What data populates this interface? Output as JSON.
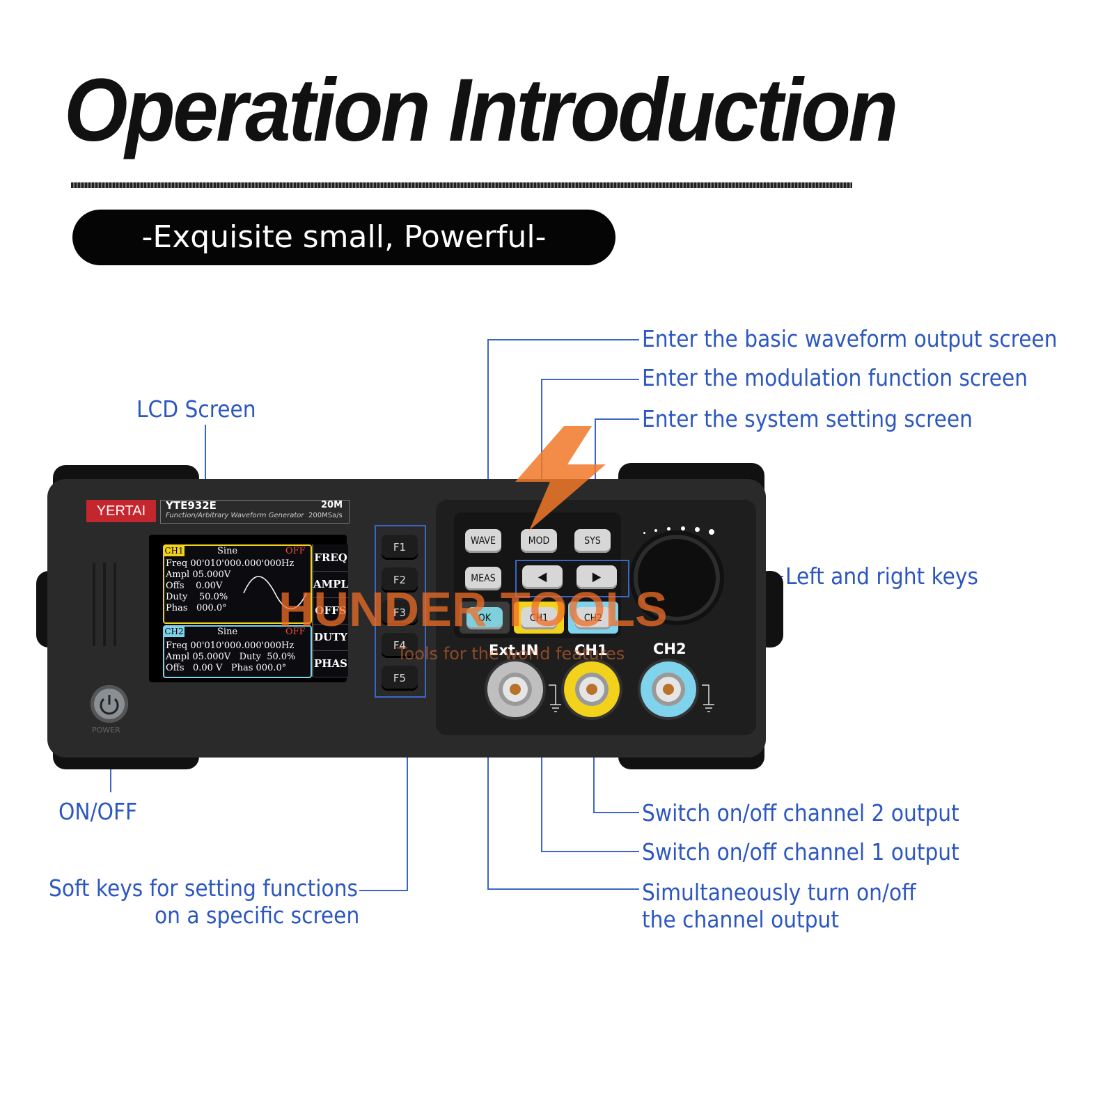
{
  "header": {
    "title": "Operation Introduction",
    "subtitle": "-Exquisite small, Powerful-"
  },
  "callouts": {
    "lcd": "LCD Screen",
    "onoff": "ON/OFF",
    "softkeys_line1": "Soft keys for setting functions",
    "softkeys_line2": "on a specific screen",
    "wave": "Enter the basic waveform output screen",
    "mod": "Enter the modulation function screen",
    "sys": "Enter the system setting screen",
    "leftright": "Left and right keys",
    "ch2": "Switch on/off channel 2 output",
    "ch1": "Switch on/off channel 1 output",
    "ok_line1": "Simultaneously turn on/off",
    "ok_line2": "the channel output"
  },
  "device": {
    "brand": "YERTAI",
    "model": "YTE932E",
    "description": "Function/Arbitrary Waveform Generator",
    "bandwidth": "20M",
    "sample_rate": "200MSa/s",
    "power_label": "POWER",
    "lcd": {
      "ch1": {
        "tag": "CH1",
        "wave": "Sine",
        "state": "OFF",
        "freq": "Freq 00'010'000.000'000Hz",
        "ampl": "Ampl 05.000V",
        "offs": "Offs    0.00V",
        "duty": "Duty    50.0%",
        "phas": "Phas   000.0°"
      },
      "ch2": {
        "tag": "CH2",
        "wave": "Sine",
        "state": "OFF",
        "freq": "Freq 00'010'000.000'000Hz",
        "row2": "Ampl 05.000V   Duty  50.0%",
        "row3": "Offs   0.00 V   Phas 000.0°"
      },
      "softkeys": [
        "FREQ",
        "AMPL",
        "OFFS",
        "DUTY",
        "PHAS"
      ]
    },
    "fkeys": [
      "F1",
      "F2",
      "F3",
      "F4",
      "F5"
    ],
    "keys": {
      "wave": "WAVE",
      "mod": "MOD",
      "sys": "SYS",
      "meas": "MEAS",
      "left": "◀",
      "right": "▶",
      "ok": "OK",
      "ch1": "CH1",
      "ch2": "CH2"
    },
    "ports": {
      "ext": "Ext.IN",
      "ch1": "CH1",
      "ch2": "CH2"
    }
  },
  "watermark": {
    "name": "HUNDER TOOLS",
    "tagline": "Tools for the world features"
  },
  "colors": {
    "callout_blue": "#2c57c0",
    "brand_red": "#c4262e",
    "ch1_yellow": "#f2d21b",
    "ch2_cyan": "#7fd3ec",
    "ok_key": "#7fd0dc"
  }
}
